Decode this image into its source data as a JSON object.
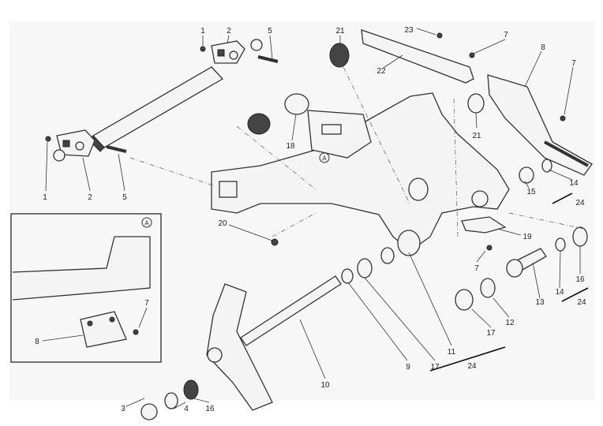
{
  "diagram": {
    "title": "Swingarm exploded view",
    "detail_marker": "A",
    "callouts": {
      "c1a": "1",
      "c2a": "2",
      "c5a": "5",
      "c21a": "21",
      "c23": "23",
      "c7a": "7",
      "c8a": "8",
      "c7b": "7",
      "c22": "22",
      "c21b": "21",
      "c18": "18",
      "c1b": "1",
      "c2b": "2",
      "c5b": "5",
      "c15": "15",
      "c14a": "14",
      "c24a": "24",
      "c19": "19",
      "c20": "20",
      "c7c": "7",
      "c16a": "16",
      "c14b": "14",
      "c24b": "24",
      "c13": "13",
      "c12": "12",
      "c17a": "17",
      "c11": "11",
      "c24c": "24",
      "c17b": "17",
      "c9": "9",
      "c10": "10",
      "c3": "3",
      "c4": "4",
      "c16b": "16",
      "c7d": "7",
      "c8b": "8"
    }
  }
}
